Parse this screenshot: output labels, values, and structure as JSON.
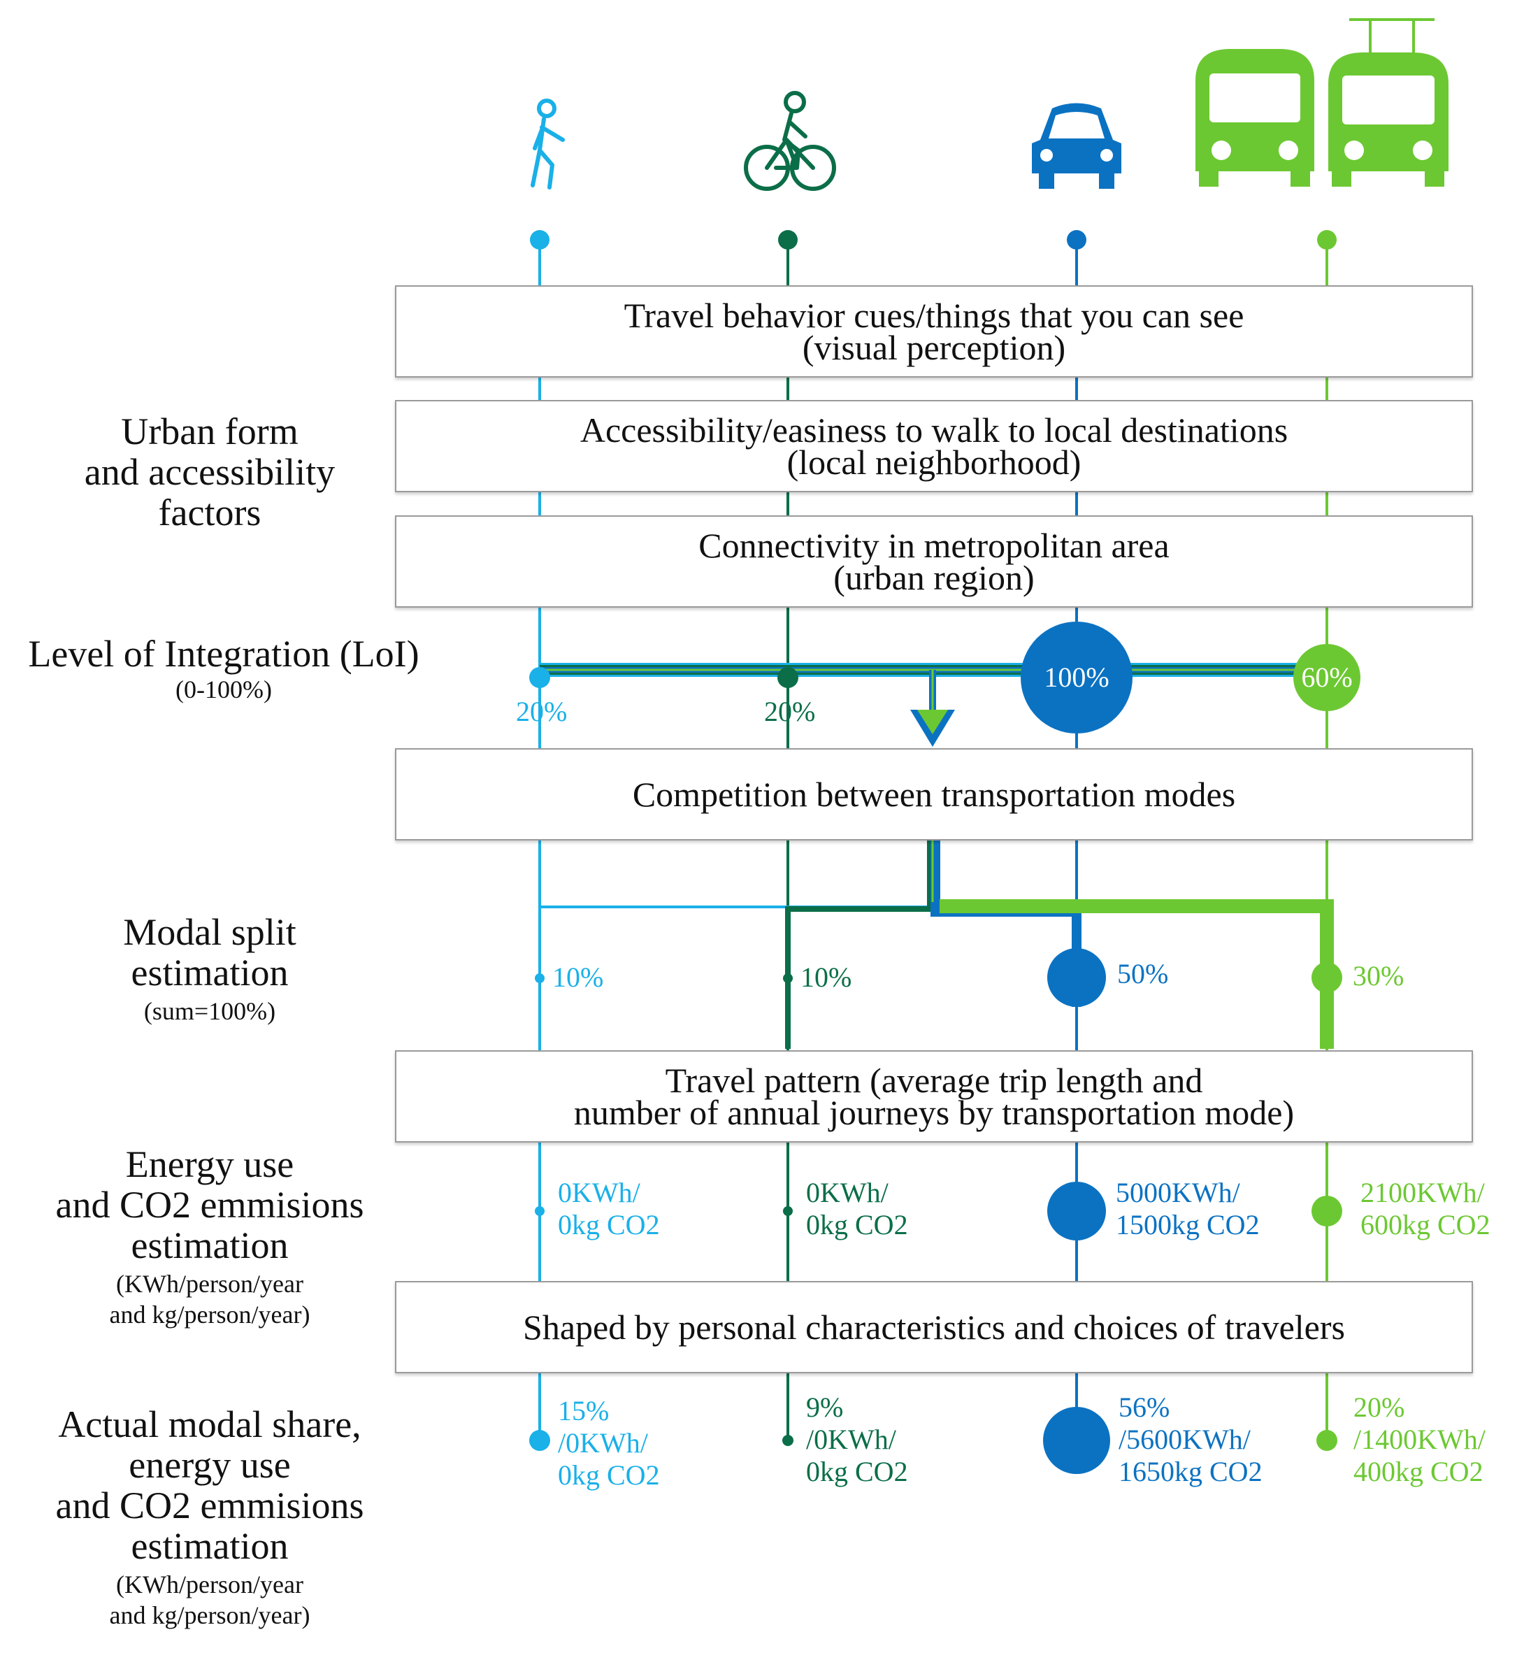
{
  "colors": {
    "walk": "#1ab0e8",
    "bike": "#0b6e48",
    "car": "#0b72c2",
    "transit": "#6cc832",
    "box_border": "#9a9a9a",
    "text": "#111111"
  },
  "icons": [
    "pedestrian-icon",
    "cyclist-icon",
    "car-icon",
    "bus-icon",
    "trolleybus-icon"
  ],
  "left_labels": {
    "urban_form": {
      "main": "Urban form\nand accessibility\nfactors"
    },
    "loi": {
      "main": "Level of Integration (LoI)",
      "sub": "(0-100%)"
    },
    "modal_split": {
      "main": "Modal split\nestimation",
      "sub": "(sum=100%)"
    },
    "energy": {
      "main": "Energy use\nand CO2 emmisions\nestimation",
      "sub": "(KWh/person/year\nand kg/person/year)"
    },
    "actual": {
      "main": "Actual modal share,\nenergy use\nand CO2 emmisions\nestimation",
      "sub": "(KWh/person/year\nand kg/person/year)"
    }
  },
  "boxes": {
    "visual": "Travel behavior cues/things that you can see\n(visual perception)",
    "local": "Accessibility/easiness to walk to local destinations\n(local neighborhood)",
    "region": "Connectivity in metropolitan area\n(urban region)",
    "competition": "Competition between transportation modes",
    "travel_pattern": "Travel pattern (average trip length and\nnumber of annual journeys by transportation mode)",
    "personal": "Shaped by personal characteristics and choices of travelers"
  },
  "modes": [
    {
      "key": "walk",
      "loi": "20%",
      "split": "10%",
      "energy": "0KWh/\n0kg CO2",
      "actual": "15%\n/0KWh/\n0kg CO2"
    },
    {
      "key": "bike",
      "loi": "20%",
      "split": "10%",
      "energy": "0KWh/\n0kg CO2",
      "actual": "9%\n/0KWh/\n0kg CO2"
    },
    {
      "key": "car",
      "loi": "100%",
      "split": "50%",
      "energy": "5000KWh/\n1500kg CO2",
      "actual": "56%\n/5600KWh/\n1650kg CO2"
    },
    {
      "key": "transit",
      "loi": "60%",
      "split": "30%",
      "energy": "2100KWh/\n600kg CO2",
      "actual": "20%\n/1400KWh/\n400kg CO2"
    }
  ]
}
